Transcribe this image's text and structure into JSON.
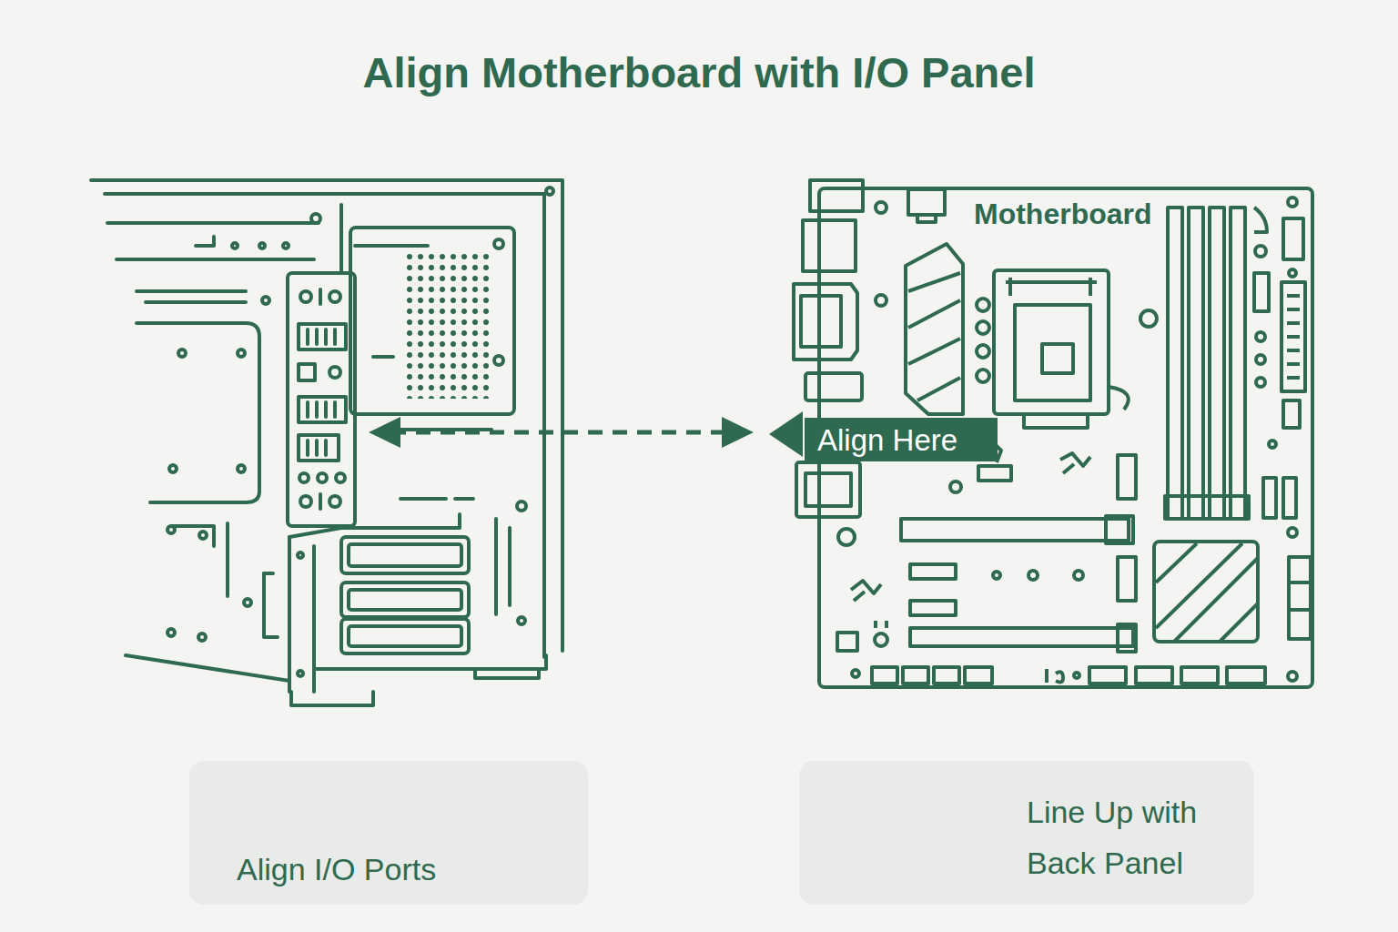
{
  "diagram": {
    "title": "Align Motherboard with I/O Panel",
    "nodes": [
      {
        "text": [
          "Motherboard"
        ]
      },
      {
        "text": [
          "Align Here"
        ],
        "in": 0
      },
      {
        "text": [
          "Align I/O Ports"
        ]
      },
      {
        "text": [
          "Line Up with Back Panel"
        ]
      }
    ]
  }
}
